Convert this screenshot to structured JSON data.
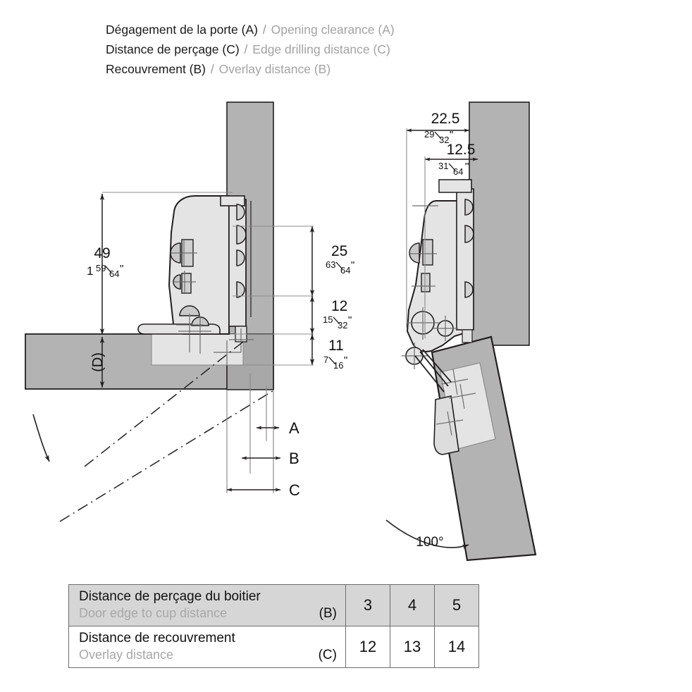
{
  "legend": [
    {
      "fr": "Dégagement de la porte (A)",
      "sep": "/",
      "en": "Opening clearance (A)"
    },
    {
      "fr": "Distance de perçage (C)",
      "sep": "/",
      "en": "Edge drilling distance (C)"
    },
    {
      "fr": "Recouvrement (B)",
      "sep": "/",
      "en": "Overlay distance (B)"
    }
  ],
  "left_diagram": {
    "dim_49": {
      "mm": "49",
      "inch_whole": "1",
      "inch_num": "59",
      "inch_den": "64",
      "inch_mark": "\""
    },
    "dim_25": {
      "mm": "25",
      "inch_whole": "",
      "inch_num": "63",
      "inch_den": "64",
      "inch_mark": "\""
    },
    "dim_12": {
      "mm": "12",
      "inch_whole": "",
      "inch_num": "15",
      "inch_den": "32",
      "inch_mark": "\""
    },
    "dim_11": {
      "mm": "11",
      "inch_whole": "",
      "inch_num": "7",
      "inch_den": "16",
      "inch_mark": "\""
    },
    "dim_D": "(D)",
    "callout_A": "A",
    "callout_B": "B",
    "callout_C": "C"
  },
  "right_diagram": {
    "dim_225": {
      "mm": "22.5",
      "inch_num": "29",
      "inch_den": "32",
      "inch_mark": "\""
    },
    "dim_125": {
      "mm": "12.5",
      "inch_num": "31",
      "inch_den": "64",
      "inch_mark": "\""
    },
    "angle": "100°"
  },
  "table": {
    "rows": [
      {
        "fr": "Distance de perçage du boitier",
        "en": "Door edge to cup distance",
        "key": "(B)",
        "values": [
          "3",
          "4",
          "5"
        ]
      },
      {
        "fr": "Distance de recouvrement",
        "en": "Overlay distance",
        "key": "(C)",
        "values": [
          "12",
          "13",
          "14"
        ]
      }
    ]
  },
  "colors": {
    "panel_gray": "#b3b3b3",
    "hinge_light": "#e4e4e4",
    "line_dark": "#231f20",
    "table_header": "#d6d6d6",
    "muted_text": "#a8a8a8"
  }
}
